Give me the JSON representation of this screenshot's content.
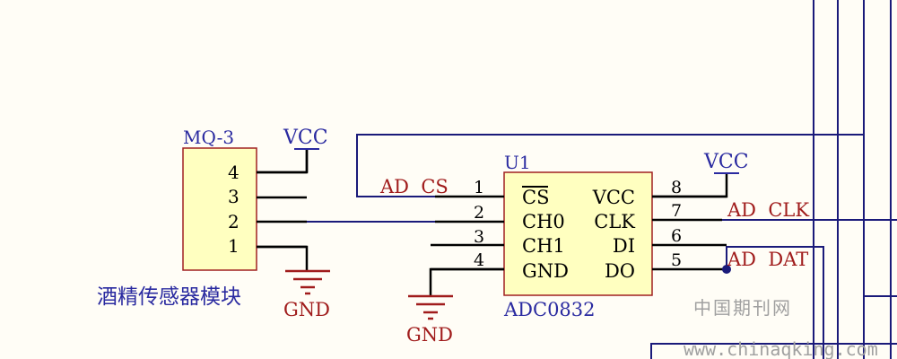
{
  "colors": {
    "background": "#fffdf6",
    "wire_blue": "#1a1a7a",
    "pin_black": "#000000",
    "label_blue": "#2a2aa0",
    "label_red": "#a01c1c",
    "chip_fill": "#ffffc0",
    "chip_border": "#a02020",
    "watermark": "#a0a0a0"
  },
  "module": {
    "ref": "MQ-3",
    "name": "酒精传感器模块",
    "pins": [
      "4",
      "3",
      "2",
      "1"
    ],
    "power_label": "VCC",
    "ground_label": "GND"
  },
  "chip": {
    "ref": "U1",
    "part": "ADC0832",
    "left_pin_numbers": [
      "1",
      "2",
      "3",
      "4"
    ],
    "left_pin_names": [
      "CS",
      "CH0",
      "CH1",
      "GND"
    ],
    "right_pin_numbers": [
      "8",
      "7",
      "6",
      "5"
    ],
    "right_pin_names": [
      "VCC",
      "CLK",
      "DI",
      "DO"
    ],
    "power_label": "VCC",
    "ground_label": "GND"
  },
  "nets": {
    "cs": "AD  CS",
    "clk": "AD  CLK",
    "dat": "AD  DAT"
  },
  "watermark": {
    "line1": "中国期刊网",
    "line2": "www.chinaqking.com"
  }
}
